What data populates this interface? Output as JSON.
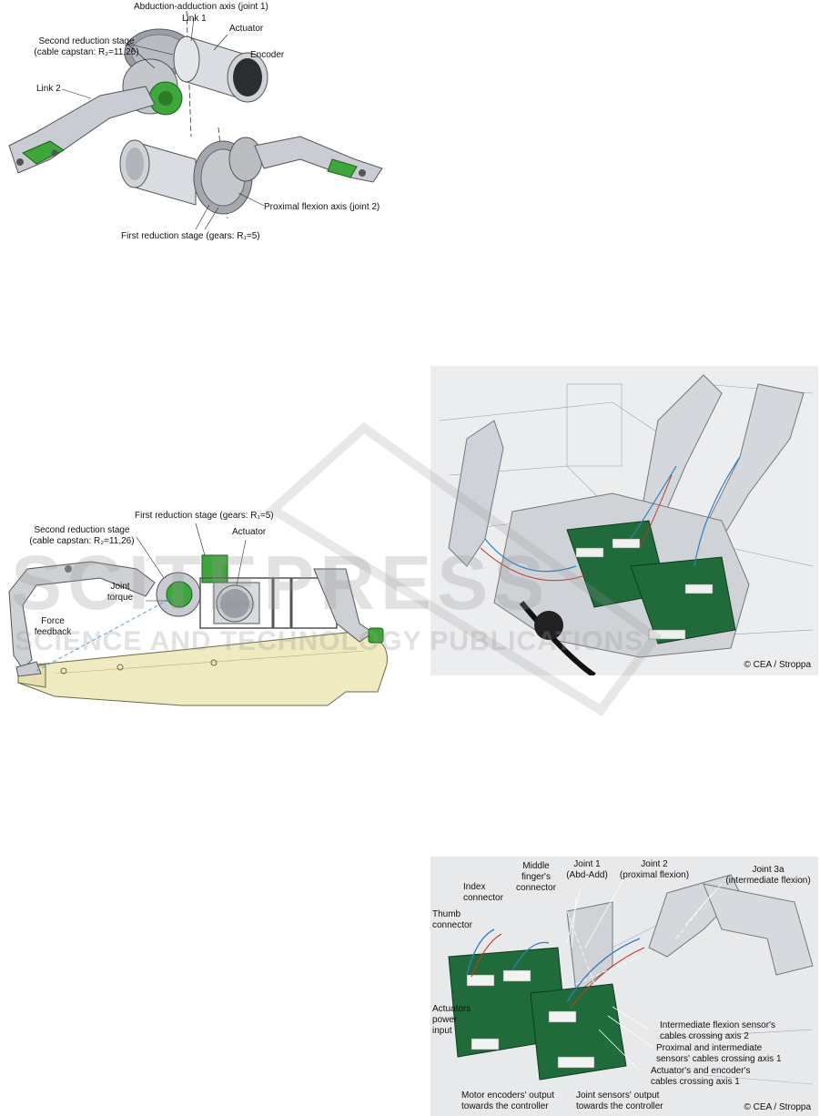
{
  "figure_a": {
    "labels": {
      "abd_axis": "Abduction-adduction axis (joint 1)",
      "link1": "Link 1",
      "actuator": "Actuator",
      "encoder": "Encoder",
      "second_stage_l1": "Second reduction stage",
      "second_stage_l2": "(cable capstan: R₂=11,26)",
      "link2": "Link 2",
      "proximal_axis": "Proximal flexion axis (joint 2)",
      "first_stage": "First reduction stage (gears: R₁=5)"
    }
  },
  "figure_b": {
    "labels": {
      "first_stage": "First reduction stage (gears: R₁=5)",
      "second_stage_l1": "Second reduction stage",
      "second_stage_l2": "(cable capstan: R₂=11,26)",
      "actuator": "Actuator",
      "joint_l1": "Joint",
      "joint_l2": "torque",
      "force_l1": "Force",
      "force_l2": "feedback"
    }
  },
  "photo_top": {
    "credit": "© CEA / Stroppa"
  },
  "photo_bottom": {
    "labels": {
      "middle_l1": "Middle",
      "middle_l2": "finger's",
      "middle_l3": "connector",
      "joint1_l1": "Joint 1",
      "joint1_l2": "(Abd-Add)",
      "joint2_l1": "Joint 2",
      "joint2_l2": "(proximal flexion)",
      "joint3a_l1": "Joint 3a",
      "joint3a_l2": "(intermediate flexion)",
      "index_l1": "Index",
      "index_l2": "connector",
      "thumb_l1": "Thumb",
      "thumb_l2": "connector",
      "act_power_l1": "Actuators",
      "act_power_l2": "power",
      "act_power_l3": "input",
      "inter_sensor_l1": "Intermediate flexion sensor's",
      "inter_sensor_l2": "cables crossing axis 2",
      "prox_inter_l1": "Proximal and intermediate",
      "prox_inter_l2": "sensors' cables crossing axis 1",
      "act_enc_l1": "Actuator's and encoder's",
      "act_enc_l2": "cables crossing axis 1",
      "motor_enc_l1": "Motor encoders' output",
      "motor_enc_l2": "towards the controller",
      "joint_sensors_l1": "Joint sensors' output",
      "joint_sensors_l2": "towards the controller"
    },
    "credit": "© CEA / Stroppa"
  },
  "watermark": {
    "line1": "SCITEPRESS",
    "line2": "SCIENCE AND TECHNOLOGY PUBLICATIONS"
  },
  "colors": {
    "metal": "#c8ccd3",
    "metal_dark": "#8b9099",
    "green_part": "#2f9d2a",
    "cream_body": "#efeabf",
    "pcb_green": "#1f6b3a",
    "photo_bg": "#e9eaec"
  }
}
